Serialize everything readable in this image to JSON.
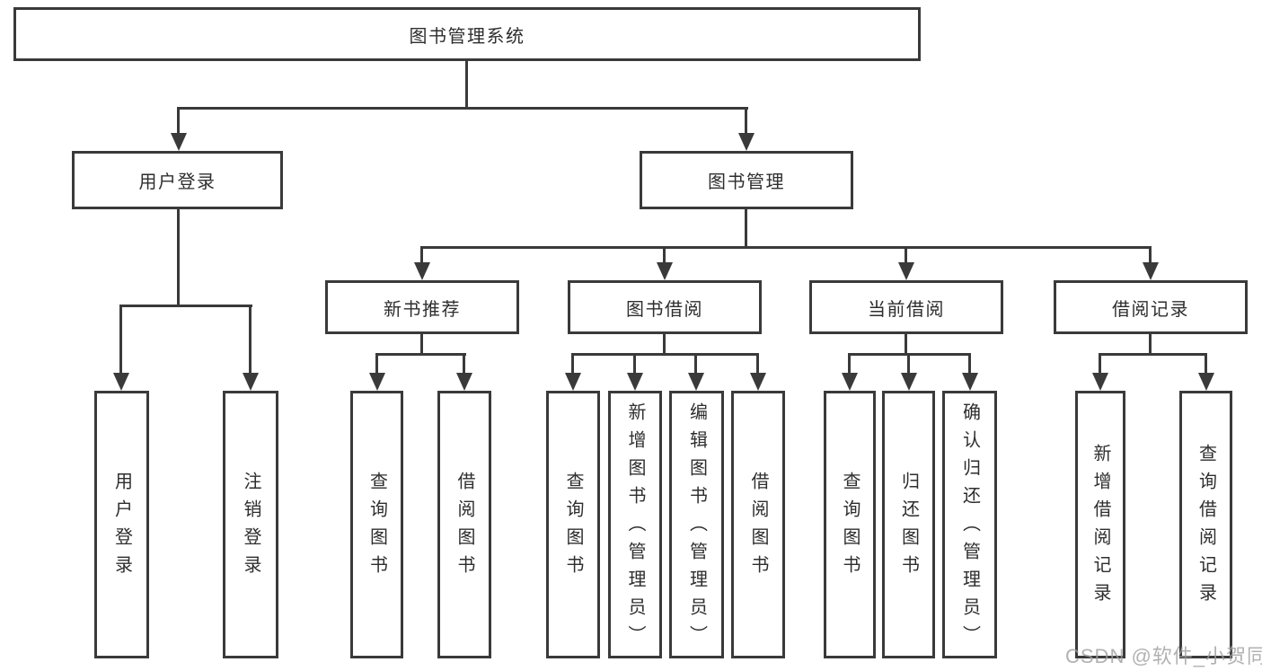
{
  "diagram": {
    "root": "图书管理系统",
    "branches": [
      {
        "label": "用户登录",
        "children": [
          "用户登录",
          "注销登录"
        ]
      },
      {
        "label": "图书管理",
        "groups": [
          {
            "label": "新书推荐",
            "children": [
              "查询图书",
              "借阅图书"
            ]
          },
          {
            "label": "图书借阅",
            "children": [
              "查询图书",
              "新增图书（管理员）",
              "编辑图书（管理员）",
              "借阅图书"
            ]
          },
          {
            "label": "当前借阅",
            "children": [
              "查询图书",
              "归还图书",
              "确认归还（管理员）"
            ]
          },
          {
            "label": "借阅记录",
            "children": [
              "新增借阅记录",
              "查询借阅记录"
            ]
          }
        ]
      }
    ]
  },
  "watermark": "CSDN @软件_小贺同学",
  "colors": {
    "line": "#3a3a3a",
    "text": "#2e2e2e",
    "watermark": "#9e9e9e",
    "background": "#ffffff"
  }
}
